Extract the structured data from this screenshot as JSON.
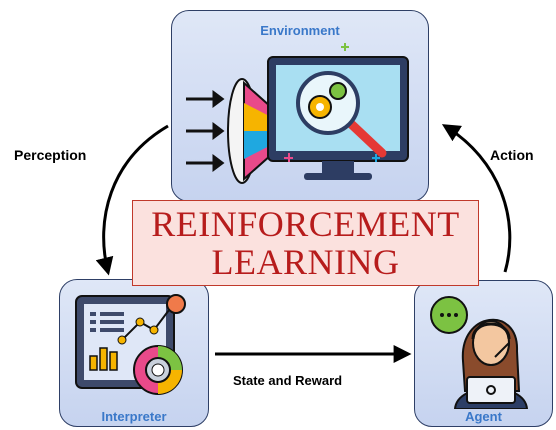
{
  "nodes": {
    "environment": {
      "label": "Environment"
    },
    "interpreter": {
      "label": "Interpreter"
    },
    "agent": {
      "label": "Agent"
    }
  },
  "edges": {
    "perception": "Perception",
    "action": "Action",
    "state_reward": "State and Reward"
  },
  "banner": {
    "line1": "REINFORCEMENT",
    "line2": "LEARNING"
  },
  "colors": {
    "box_fill": "#cfdaf2",
    "box_border": "#2e3f66",
    "node_label": "#3a78c9",
    "banner_fill": "#fbe1de",
    "banner_text": "#b71c1c"
  }
}
